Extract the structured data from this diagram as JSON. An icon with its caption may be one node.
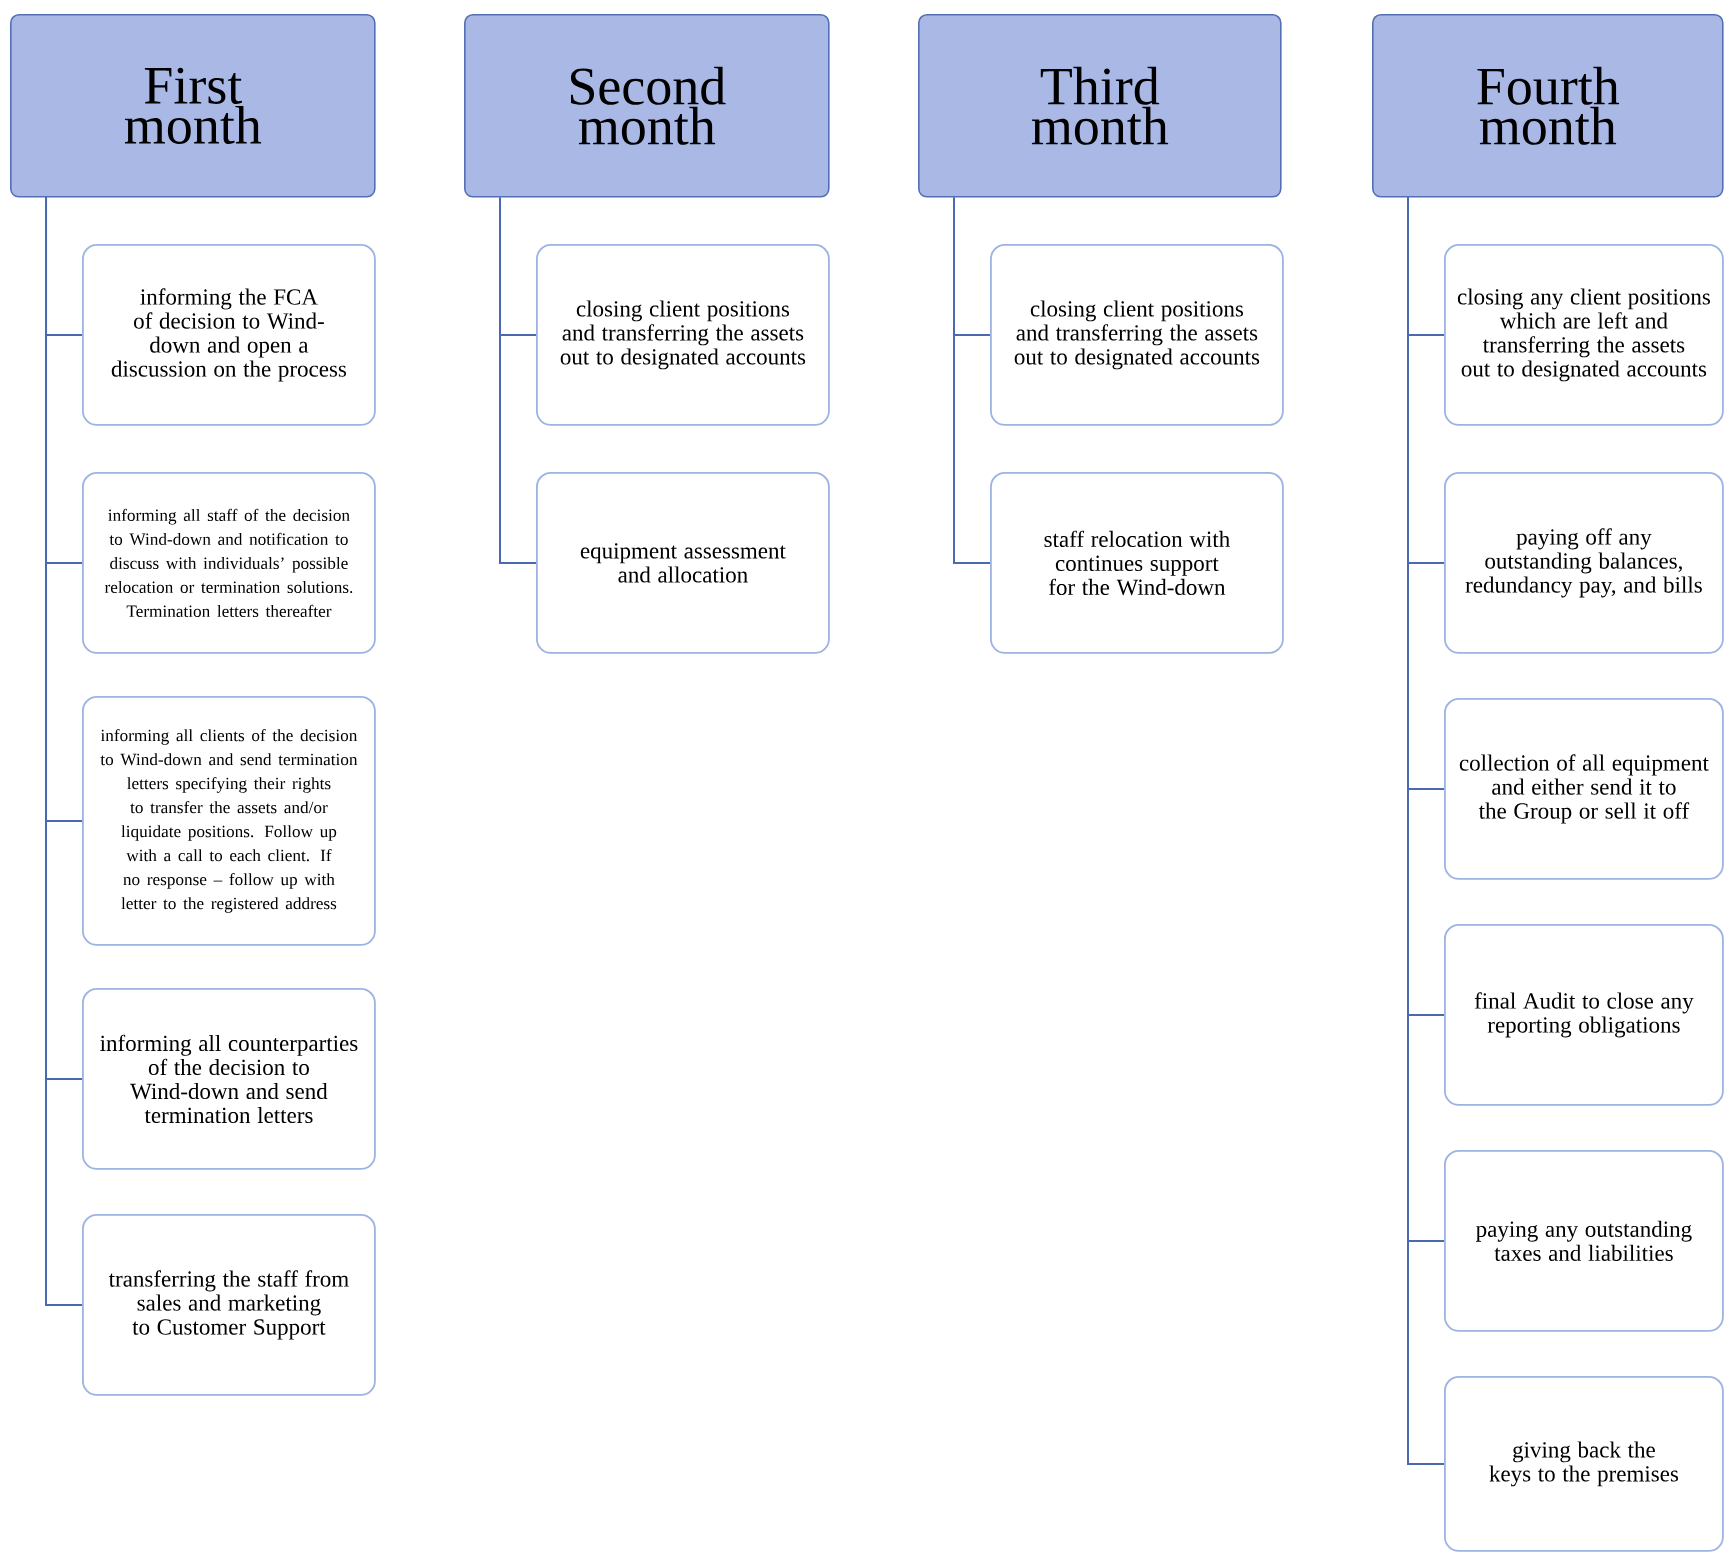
{
  "diagram": {
    "nodes": [
      {
        "text": [
          "First month"
        ]
      },
      {
        "text": [
          "informing the FCA of decision to Wind-down and open a discussion on the process"
        ]
      },
      {
        "text": [
          "informing all staff of the decision to Wind-down and notification to discuss with individuals’ possible relocation or termination solutions. Termination letters thereafter"
        ]
      },
      {
        "text": [
          "informing all clients of the decision to Wind-down and send termination letters specifying their rights to transfer the assets and/or liquidate positions. Follow up with a call to each client. If no response – follow up with letter to the registered address"
        ]
      },
      {
        "text": [
          "informing all counterparties of the decision to Wind-down and send termination letters"
        ]
      },
      {
        "text": [
          "transferring the staff from sales and marketing to Customer Support"
        ]
      },
      {
        "text": [
          "Second month"
        ]
      },
      {
        "text": [
          "closing client positions and transferring the assets out to designated accounts"
        ]
      },
      {
        "text": [
          "equipment assessment and allocation"
        ]
      },
      {
        "text": [
          "Third month"
        ]
      },
      {
        "text": [
          "closing client positions and transferring the assets out to designated accounts"
        ]
      },
      {
        "text": [
          "staff relocation with continues support for the Wind-down"
        ]
      },
      {
        "text": [
          "Fourth month"
        ]
      },
      {
        "text": [
          "closing any client positions which are left and transferring the assets out to designated accounts"
        ]
      },
      {
        "text": [
          "paying off any outstanding balances, redundancy pay, and bills"
        ]
      },
      {
        "text": [
          "collection of all equipment and either send it to the Group or sell it off"
        ]
      },
      {
        "text": [
          "final Audit to close any reporting obligations"
        ]
      },
      {
        "text": [
          "paying any outstanding taxes and liabilities"
        ]
      },
      {
        "text": [
          "giving back the keys to the premises"
        ]
      }
    ],
    "edges": [
      {
        "from": 0,
        "to": 1,
        "arrow": "none"
      },
      {
        "from": 0,
        "to": 2,
        "arrow": "none"
      },
      {
        "from": 0,
        "to": 3,
        "arrow": "none"
      },
      {
        "from": 0,
        "to": 4,
        "arrow": "none"
      },
      {
        "from": 0,
        "to": 5,
        "arrow": "none"
      },
      {
        "from": 6,
        "to": 7,
        "arrow": "none"
      },
      {
        "from": 6,
        "to": 8,
        "arrow": "none"
      },
      {
        "from": 9,
        "to": 10,
        "arrow": "none"
      },
      {
        "from": 9,
        "to": 11,
        "arrow": "none"
      },
      {
        "from": 12,
        "to": 13,
        "arrow": "none"
      },
      {
        "from": 12,
        "to": 14,
        "arrow": "none"
      },
      {
        "from": 12,
        "to": 15,
        "arrow": "none"
      },
      {
        "from": 12,
        "to": 16,
        "arrow": "none"
      },
      {
        "from": 12,
        "to": 17,
        "arrow": "none"
      },
      {
        "from": 12,
        "to": 18,
        "arrow": "none"
      }
    ]
  }
}
